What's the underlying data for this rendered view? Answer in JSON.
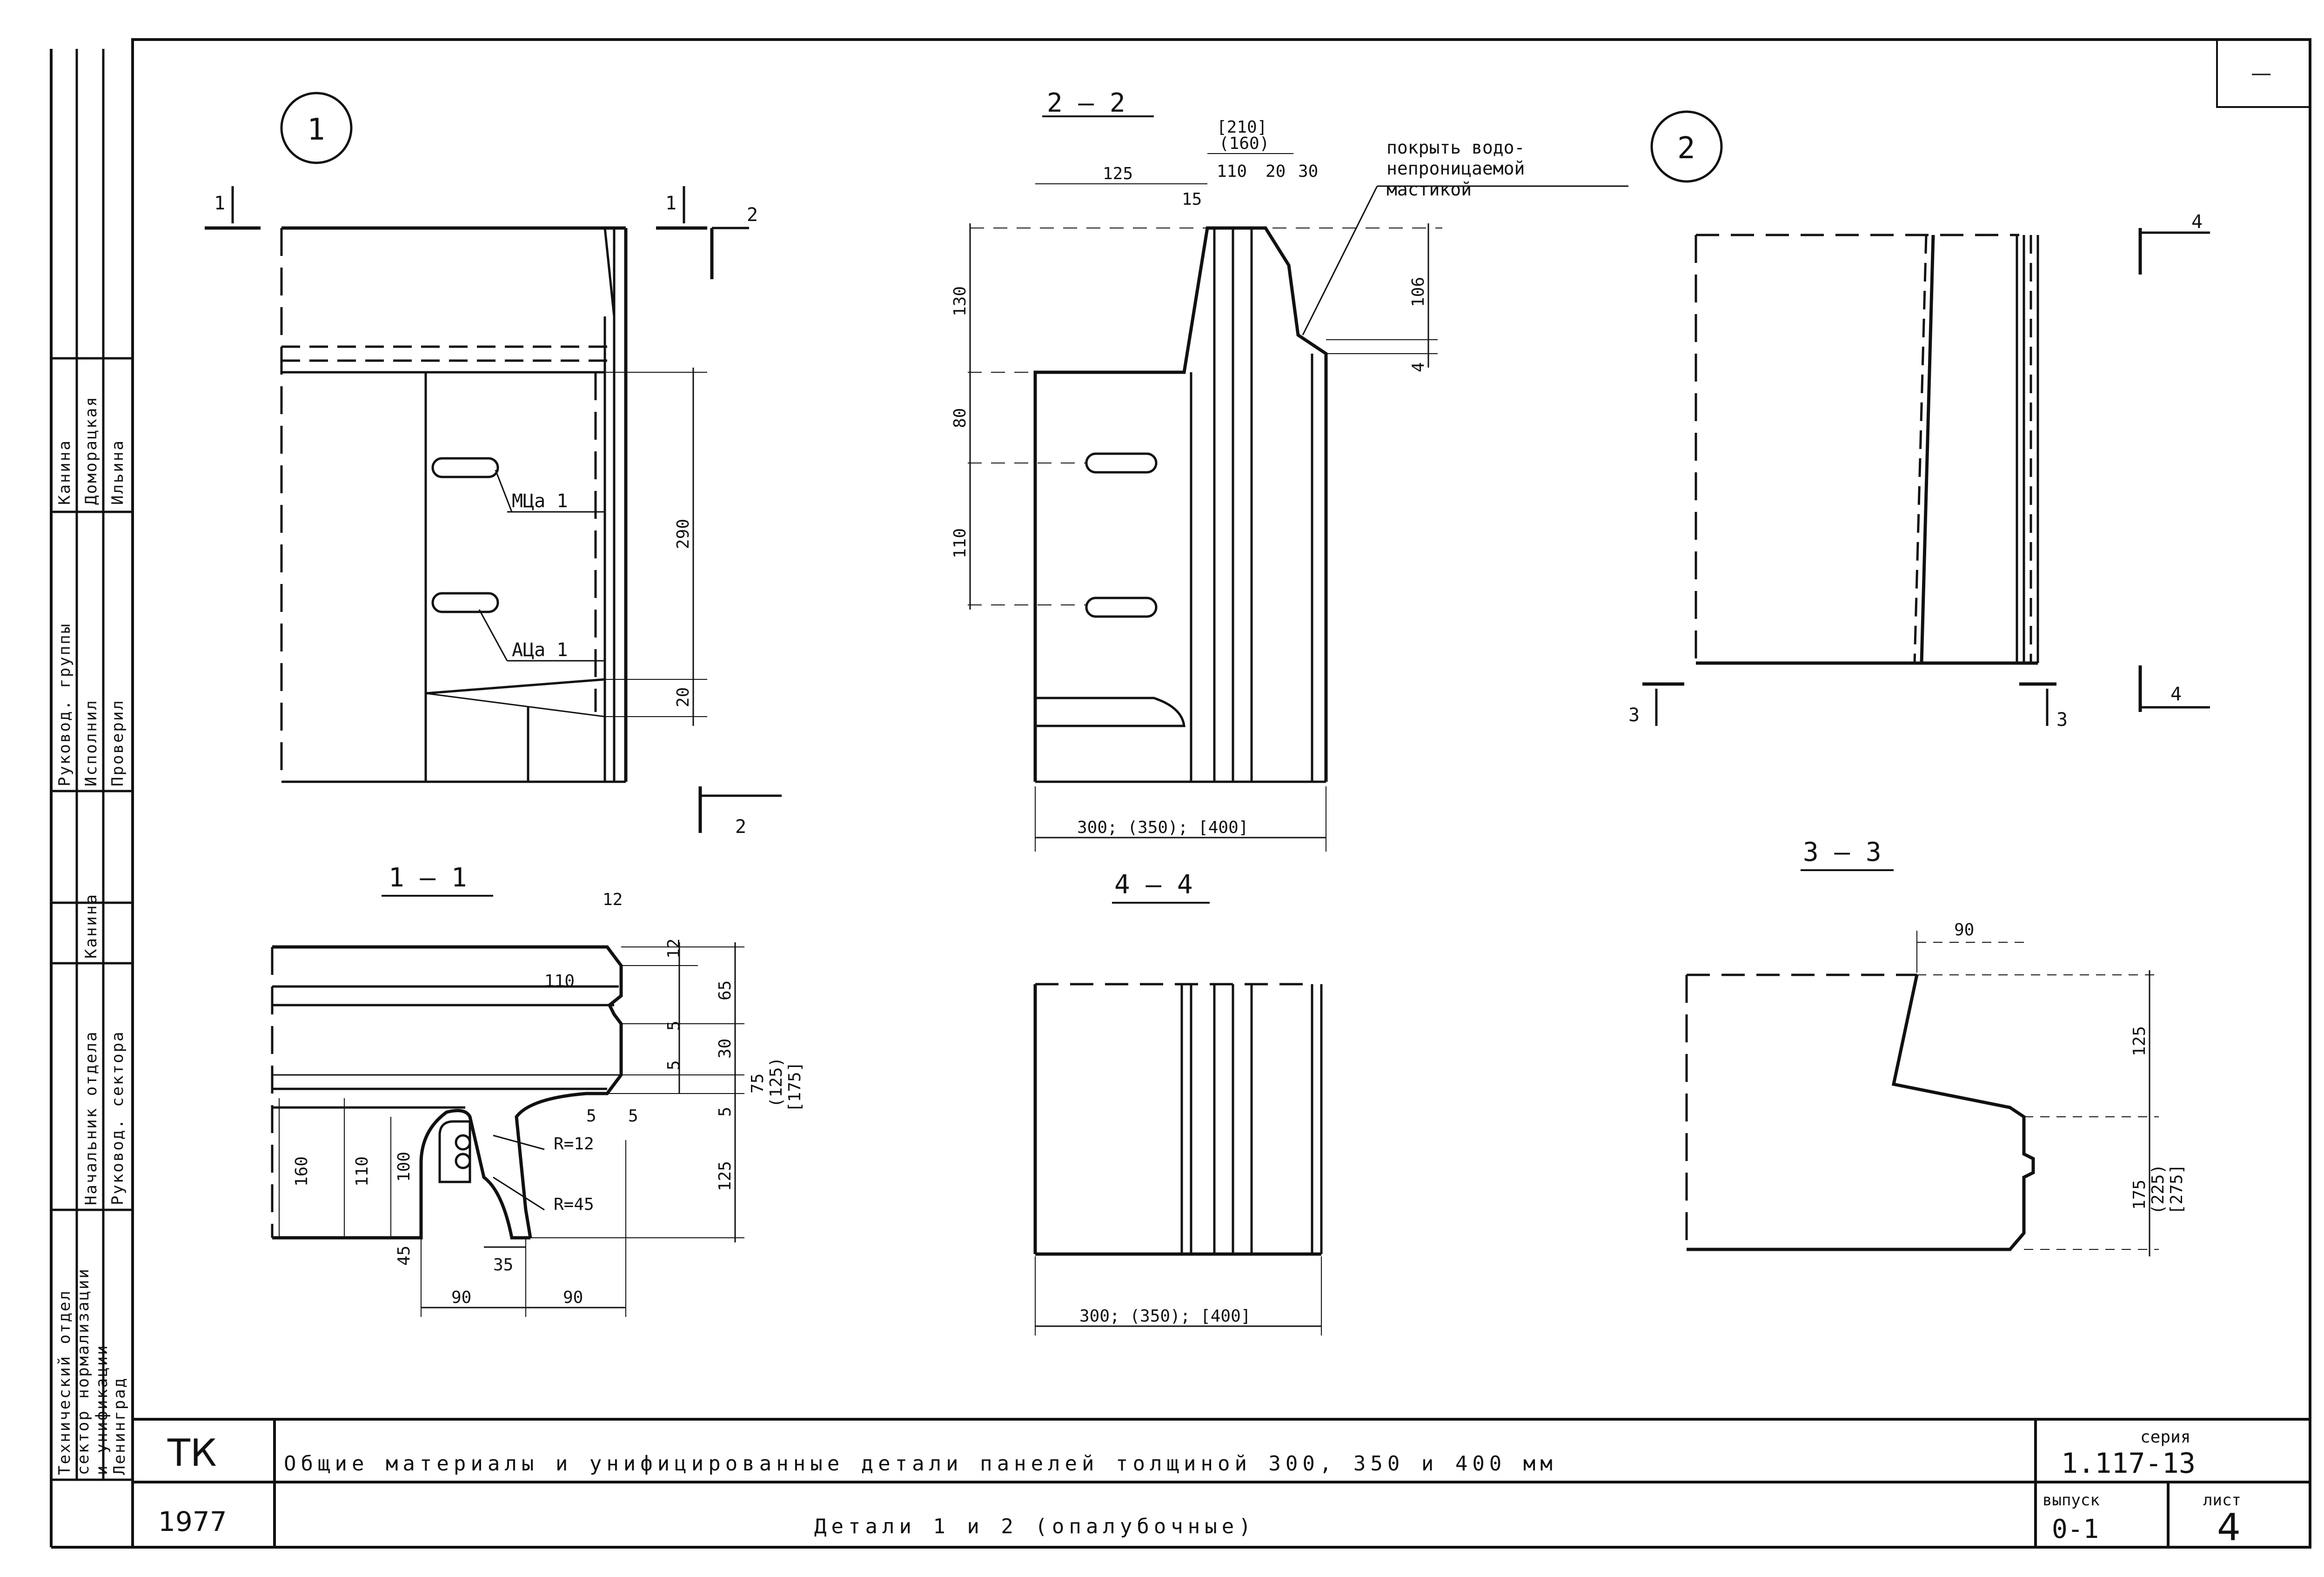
{
  "sheet": {
    "title_main": "Общие материалы и унифицированные детали панелей толщиной 300, 350 и 400 мм",
    "title_sub": "Детали 1 и 2 (опалубочные)",
    "org": "ТК",
    "year": "1977",
    "series_label": "серия",
    "series_value": "1.117-13",
    "issue_label": "выпуск",
    "issue_value": "0-1",
    "sheet_label": "лист",
    "sheet_value": "4"
  },
  "side_stamp": {
    "rows": [
      {
        "role": "Руковод. группы",
        "name": "Канина"
      },
      {
        "role": "Исполнил",
        "name": "Доморацкая"
      },
      {
        "role": "Проверил",
        "name": "Ильина"
      },
      {
        "role": "Начальник отдела",
        "name": "Канина"
      },
      {
        "role": "Руковод. сектора",
        "name": ""
      }
    ],
    "org_lines": [
      "Технический отдел",
      "сектор нормализации",
      "и унификации",
      "Ленинград"
    ]
  },
  "details": {
    "detail1": "1",
    "detail2": "2",
    "note": [
      "покрыть водо-",
      "непроницаемой",
      "мастикой"
    ],
    "mark_mca": "МЦа 1",
    "mark_aca": "АЦа 1"
  },
  "sections": {
    "s11": "1 — 1",
    "s22": "2 — 2",
    "s33": "3 — 3",
    "s44": "4 — 4",
    "n1": "1",
    "n2": "2",
    "n3": "3",
    "n4": "4"
  },
  "dims": {
    "v290": "290",
    "v20": "20",
    "v130": "130",
    "v80": "80",
    "v110": "110",
    "v106": "106",
    "v4": "4",
    "h125": "125",
    "h15": "15",
    "h110": "110",
    "h20": "20",
    "h30": "30",
    "bracket210": "[210]",
    "paren160": "(160)",
    "width22": "300; (350); [400]",
    "width44": "300; (350); [400]",
    "d12a": "12",
    "d12b": "12",
    "d110": "110",
    "d5a": "5",
    "d5b": "5",
    "d5c": "5",
    "d5d": "5",
    "d5e": "5",
    "d30": "30",
    "d65": "65",
    "d75": "75",
    "d125p": "(125)",
    "d175b": "[175]",
    "d125": "125",
    "d160": "160",
    "d110v": "110",
    "d100": "100",
    "d45": "45",
    "d35": "35",
    "d90a": "90",
    "d90b": "90",
    "r12": "R=12",
    "r45": "R=45",
    "s33_90": "90",
    "s33_125": "125",
    "s33_175": "175",
    "s33_225": "(225)",
    "s33_275": "[275]"
  }
}
